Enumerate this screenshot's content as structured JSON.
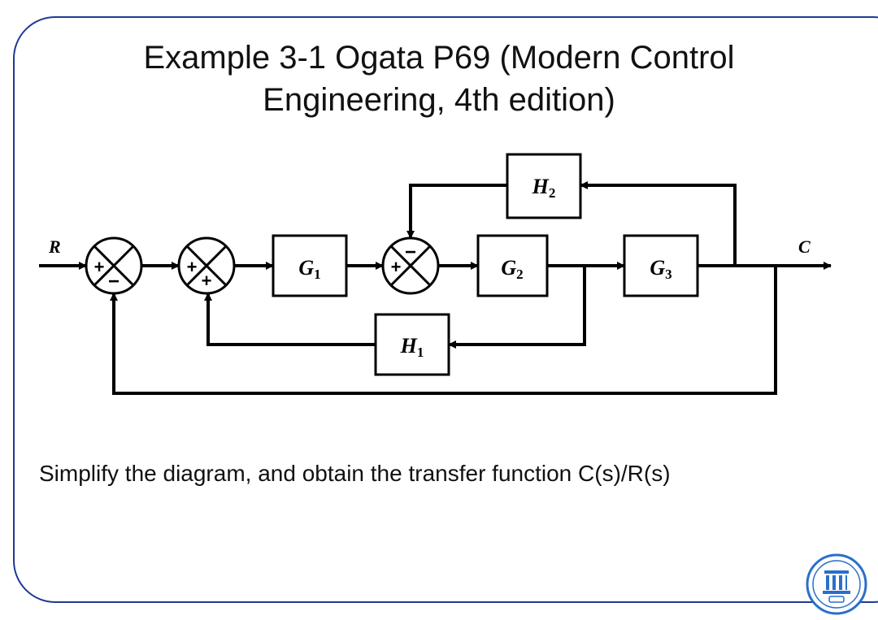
{
  "slide": {
    "title_line1": "Example 3-1 Ogata P69 (Modern Control",
    "title_line2": "Engineering, 4th edition)",
    "caption": "Simplify the diagram, and obtain the transfer function  C(s)/R(s)",
    "frame_color": "#1f3a93"
  },
  "diagram": {
    "input_label": "R",
    "output_label": "C",
    "blocks": {
      "g1": {
        "name": "G",
        "sub": "1"
      },
      "g2": {
        "name": "G",
        "sub": "2"
      },
      "g3": {
        "name": "G",
        "sub": "3"
      },
      "h1": {
        "name": "H",
        "sub": "1"
      },
      "h2": {
        "name": "H",
        "sub": "2"
      }
    },
    "junctions": {
      "s1": {
        "left": "+",
        "bottom": "−"
      },
      "s2": {
        "left": "+",
        "bottom": "+"
      },
      "s3": {
        "left": "+",
        "top": "−"
      }
    }
  },
  "logo": {
    "icon": "university-seal-icon",
    "color": "#2a6fc9"
  }
}
